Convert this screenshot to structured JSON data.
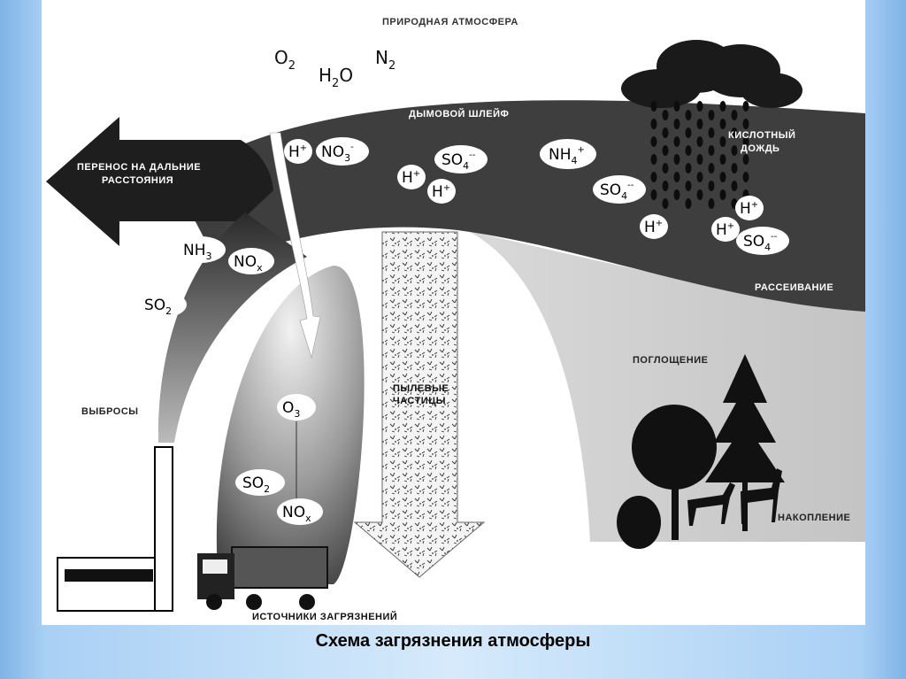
{
  "labels": {
    "natural_atmosphere": "ПРИРОДНАЯ АТМОСФЕРА",
    "smoke_plume": "ДЫМОВОЙ ШЛЕЙФ",
    "long_range_line1": "ПЕРЕНОС НА ДАЛЬНИЕ",
    "long_range_line2": "РАССТОЯНИЯ",
    "acid_rain_line1": "КИСЛОТНЫЙ",
    "acid_rain_line2": "ДОЖДЬ",
    "dispersion": "РАССЕИВАНИЕ",
    "absorption": "ПОГЛОЩЕНИЕ",
    "accumulation": "НАКОПЛЕНИЕ",
    "emissions": "ВЫБРОСЫ",
    "dust_line1": "ПЫЛЕВЫЕ",
    "dust_line2": "ЧАСТИЦЫ",
    "pollution_sources": "ИСТОЧНИКИ ЗАГРЯЗНЕНИЙ"
  },
  "atmosphere_gases": {
    "o2": "O",
    "o2_sub": "2",
    "h2o_h": "H",
    "h2o_sub": "2",
    "h2o_o": "O",
    "n2": "N",
    "n2_sub": "2"
  },
  "ions": {
    "h": "H",
    "plus": "+",
    "no3": "NO",
    "no3_sub": "3",
    "no3_sup": "-",
    "so4": "SO",
    "so4_sub": "4",
    "so4_sup": "--",
    "nh4": "NH",
    "nh4_sub": "4",
    "nh4_sup": "+"
  },
  "chimney_gases": {
    "nh3": "NH",
    "nh3_sub": "3",
    "nox": "NO",
    "nox_sub": "x",
    "so2": "SO",
    "so2_sub": "2"
  },
  "source_gases": {
    "o3": "O",
    "o3_sub": "3",
    "so2": "SO",
    "so2_sub": "2",
    "nox": "NO",
    "nox_sub": "x"
  },
  "caption": "Схема загрязнения атмосферы",
  "colors": {
    "plume": "#3a3a3a",
    "arrow": "#222222",
    "ground_haze": "#cfcfcf",
    "background_frame": "#a9d0f5"
  }
}
